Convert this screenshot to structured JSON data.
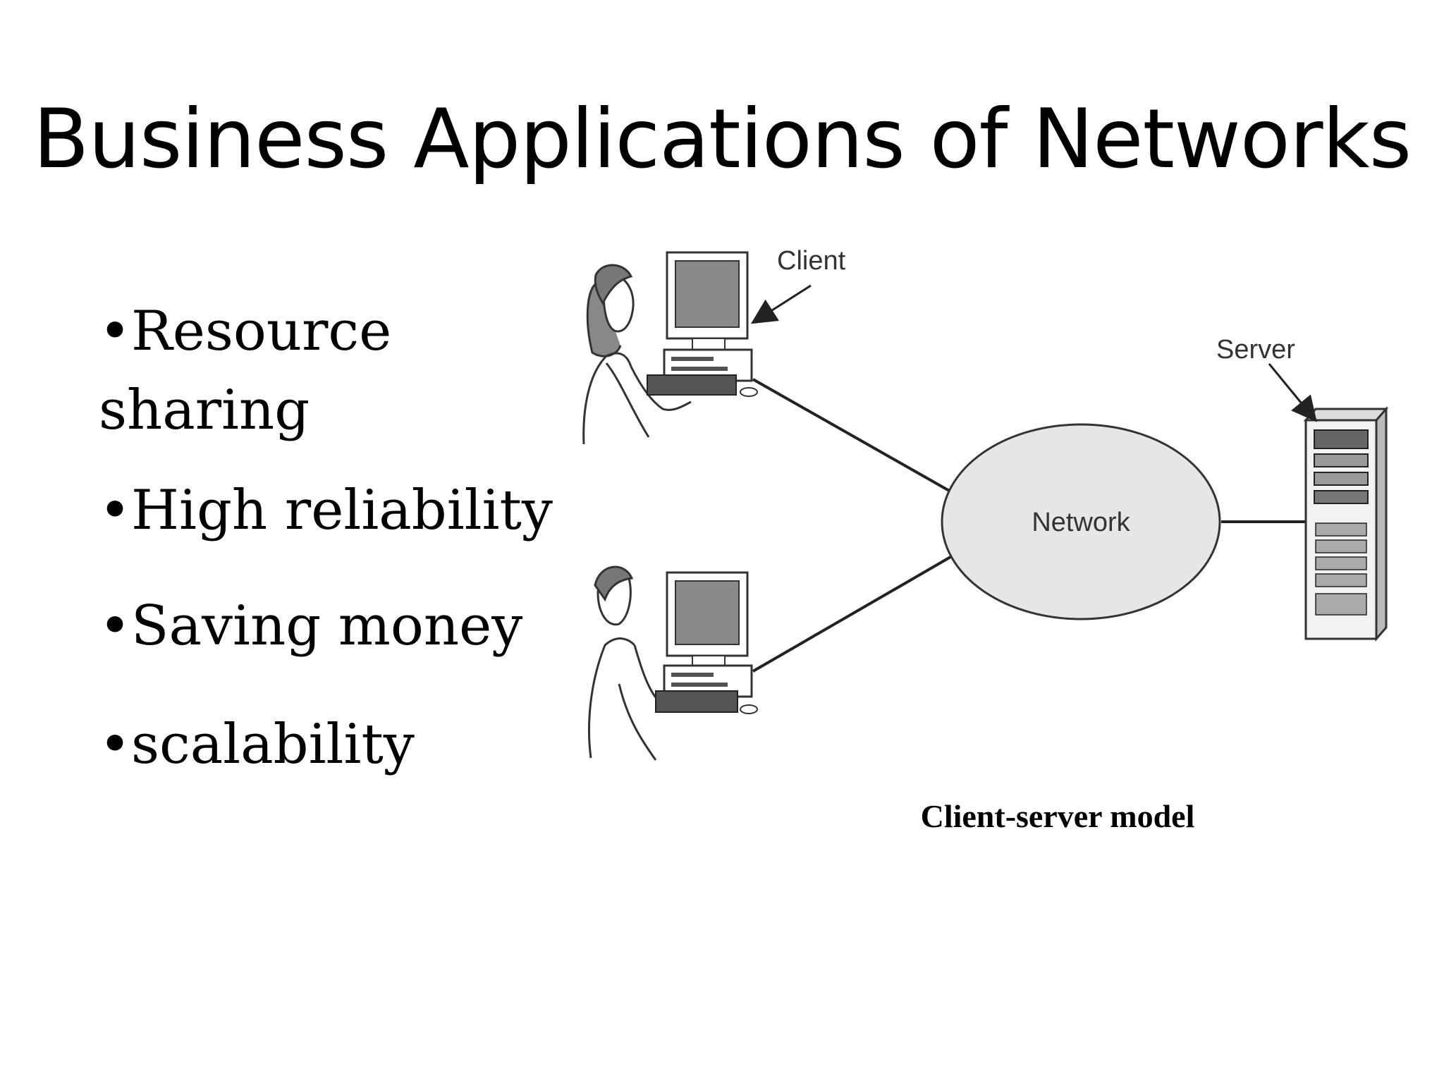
{
  "slide": {
    "title": "Business Applications of Networks",
    "bullets": [
      {
        "line1": "•Resource",
        "line2": "sharing"
      },
      {
        "line1": "•High reliability"
      },
      {
        "line1": "•Saving money"
      },
      {
        "line1": "•scalability"
      }
    ]
  },
  "diagram": {
    "client_label": "Client",
    "server_label": "Server",
    "network_label": "Network",
    "caption": "Client-server model"
  }
}
